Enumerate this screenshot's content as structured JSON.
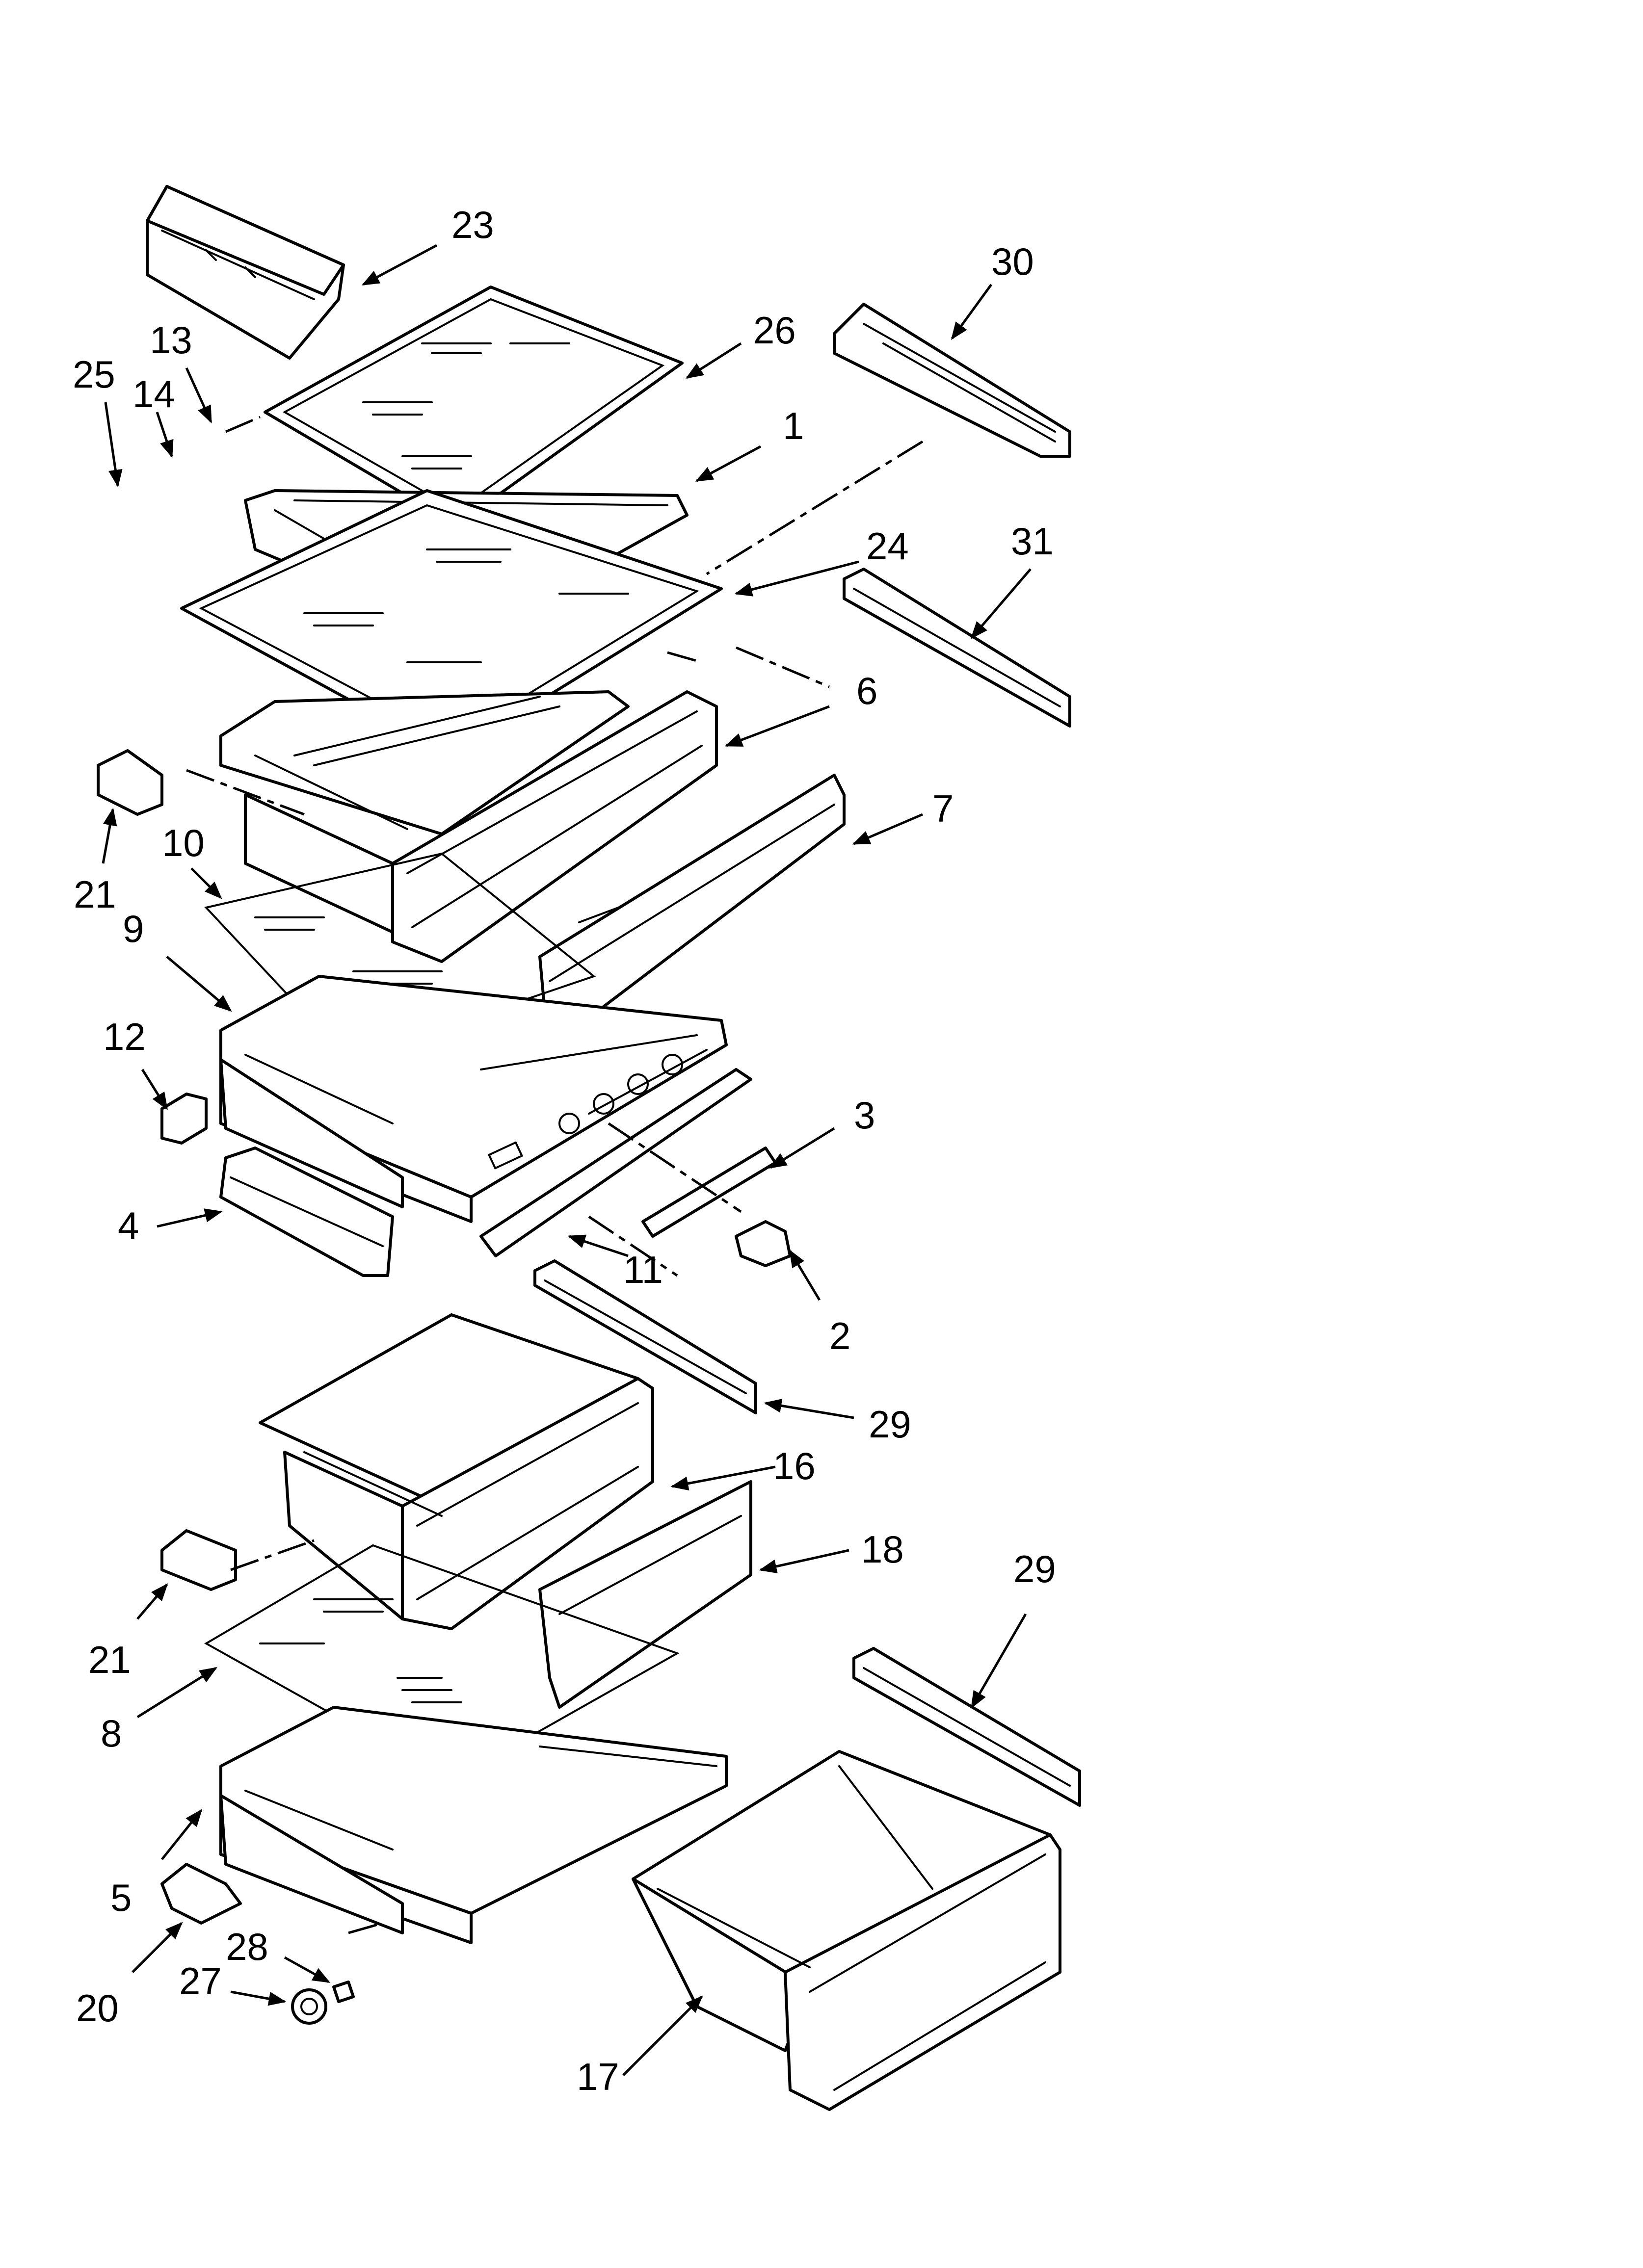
{
  "diagram": {
    "type": "exploded-parts-diagram",
    "callouts": [
      "23",
      "30",
      "26",
      "13",
      "25",
      "14",
      "1",
      "24",
      "31",
      "6",
      "21",
      "7",
      "10",
      "9",
      "12",
      "3",
      "4",
      "11",
      "2",
      "29",
      "16",
      "18",
      "21",
      "29",
      "8",
      "5",
      "28",
      "20",
      "27",
      "17"
    ]
  }
}
